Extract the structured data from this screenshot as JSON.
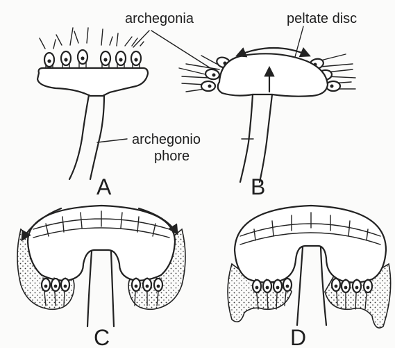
{
  "labels": {
    "archegonia": "archegonia",
    "peltate_disc": "peltate disc",
    "archegoniophore_line1": "archegonio",
    "archegoniophore_line2": "phore"
  },
  "panels": {
    "a": "A",
    "b": "B",
    "c": "C",
    "d": "D"
  },
  "colors": {
    "ink": "#222222",
    "paper": "#fbfbfa"
  }
}
